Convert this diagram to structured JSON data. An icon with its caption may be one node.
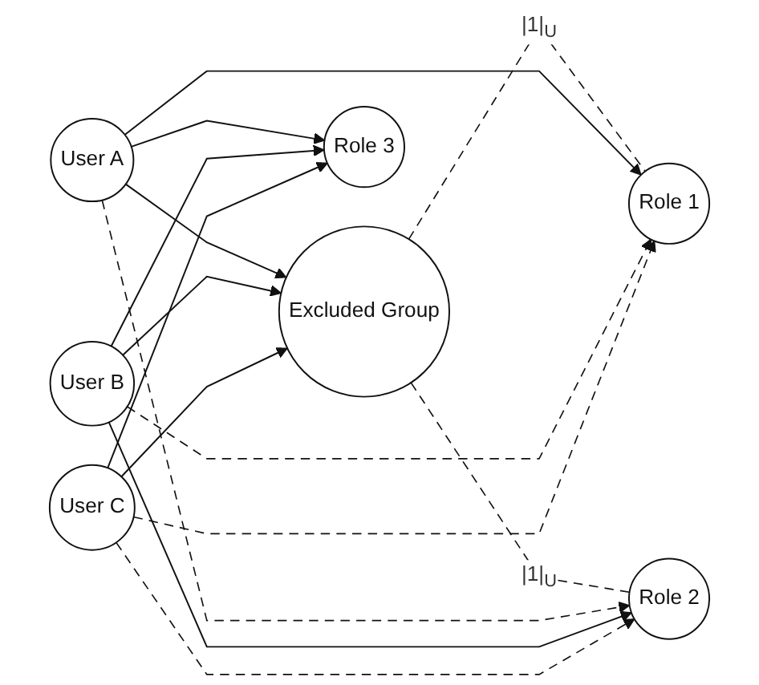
{
  "diagram": {
    "nodes": [
      {
        "text": [
          "Excluded Group"
        ]
      },
      {
        "text": [
          "User A"
        ]
      },
      {
        "text": [
          "Role 1"
        ]
      },
      {
        "text": [
          "User B"
        ]
      },
      {
        "text": [
          "Role 2"
        ]
      },
      {
        "text": [
          "User C"
        ]
      },
      {
        "text": [
          "Role 3"
        ]
      }
    ],
    "edges": [
      {
        "from": 1,
        "to": 0,
        "arrow": "to"
      },
      {
        "from": 3,
        "to": 0,
        "arrow": "to"
      },
      {
        "from": 5,
        "to": 0,
        "arrow": "to"
      },
      {
        "from": 0,
        "to": 2,
        "arrow": "none",
        "label": "|1|$_{U}$",
        "style": "dashed"
      },
      {
        "from": 0,
        "to": 4,
        "arrow": "none",
        "label": "|1|$_{U}$",
        "style": "dashed"
      },
      {
        "from": 1,
        "to": 2,
        "arrow": "to"
      },
      {
        "from": 1,
        "to": 4,
        "arrow": "to",
        "style": "dashed"
      },
      {
        "from": 1,
        "to": 6,
        "arrow": "to"
      },
      {
        "from": 3,
        "to": 2,
        "arrow": "to",
        "style": "dashed"
      },
      {
        "from": 3,
        "to": 4,
        "arrow": "to"
      },
      {
        "from": 3,
        "to": 6,
        "arrow": "to"
      },
      {
        "from": 5,
        "to": 2,
        "arrow": "to",
        "style": "dashed"
      },
      {
        "from": 5,
        "to": 4,
        "arrow": "to",
        "style": "dashed"
      },
      {
        "from": 5,
        "to": 6,
        "arrow": "to"
      }
    ]
  }
}
